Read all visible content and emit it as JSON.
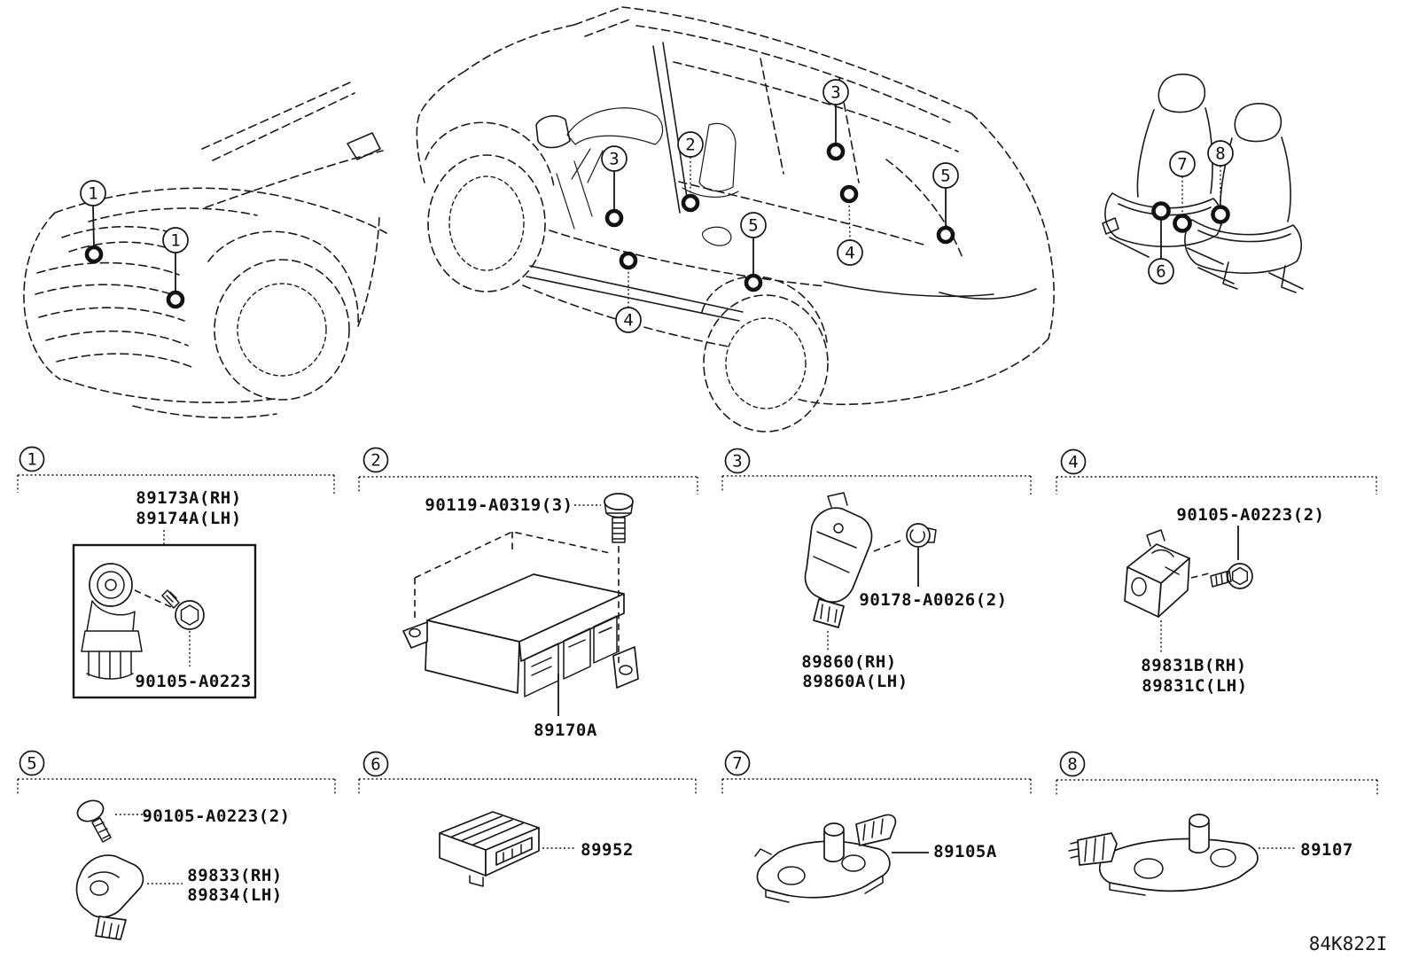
{
  "colors": {
    "ink": "#161616",
    "background": "#ffffff"
  },
  "footer": {
    "drawing_code": "84K822I"
  },
  "callouts": {
    "front_vehicle": [
      {
        "number": "1"
      },
      {
        "number": "1"
      }
    ],
    "side_vehicle": [
      {
        "number": "3"
      },
      {
        "number": "2"
      },
      {
        "number": "4"
      },
      {
        "number": "5"
      },
      {
        "number": "3"
      },
      {
        "number": "4"
      },
      {
        "number": "5"
      }
    ],
    "seats": [
      {
        "number": "7"
      },
      {
        "number": "8"
      },
      {
        "number": "6"
      }
    ]
  },
  "sections": [
    {
      "number": "1",
      "labels": [
        "89173A(RH)",
        "89174A(LH)",
        "90105-A0223"
      ]
    },
    {
      "number": "2",
      "labels": [
        "90119-A0319(3)",
        "89170A"
      ]
    },
    {
      "number": "3",
      "labels": [
        "90178-A0026(2)",
        "89860(RH)",
        "89860A(LH)"
      ]
    },
    {
      "number": "4",
      "labels": [
        "90105-A0223(2)",
        "89831B(RH)",
        "89831C(LH)"
      ]
    },
    {
      "number": "5",
      "labels": [
        "90105-A0223(2)",
        "89833(RH)",
        "89834(LH)"
      ]
    },
    {
      "number": "6",
      "labels": [
        "89952"
      ]
    },
    {
      "number": "7",
      "labels": [
        "89105A"
      ]
    },
    {
      "number": "8",
      "labels": [
        "89107"
      ]
    }
  ]
}
